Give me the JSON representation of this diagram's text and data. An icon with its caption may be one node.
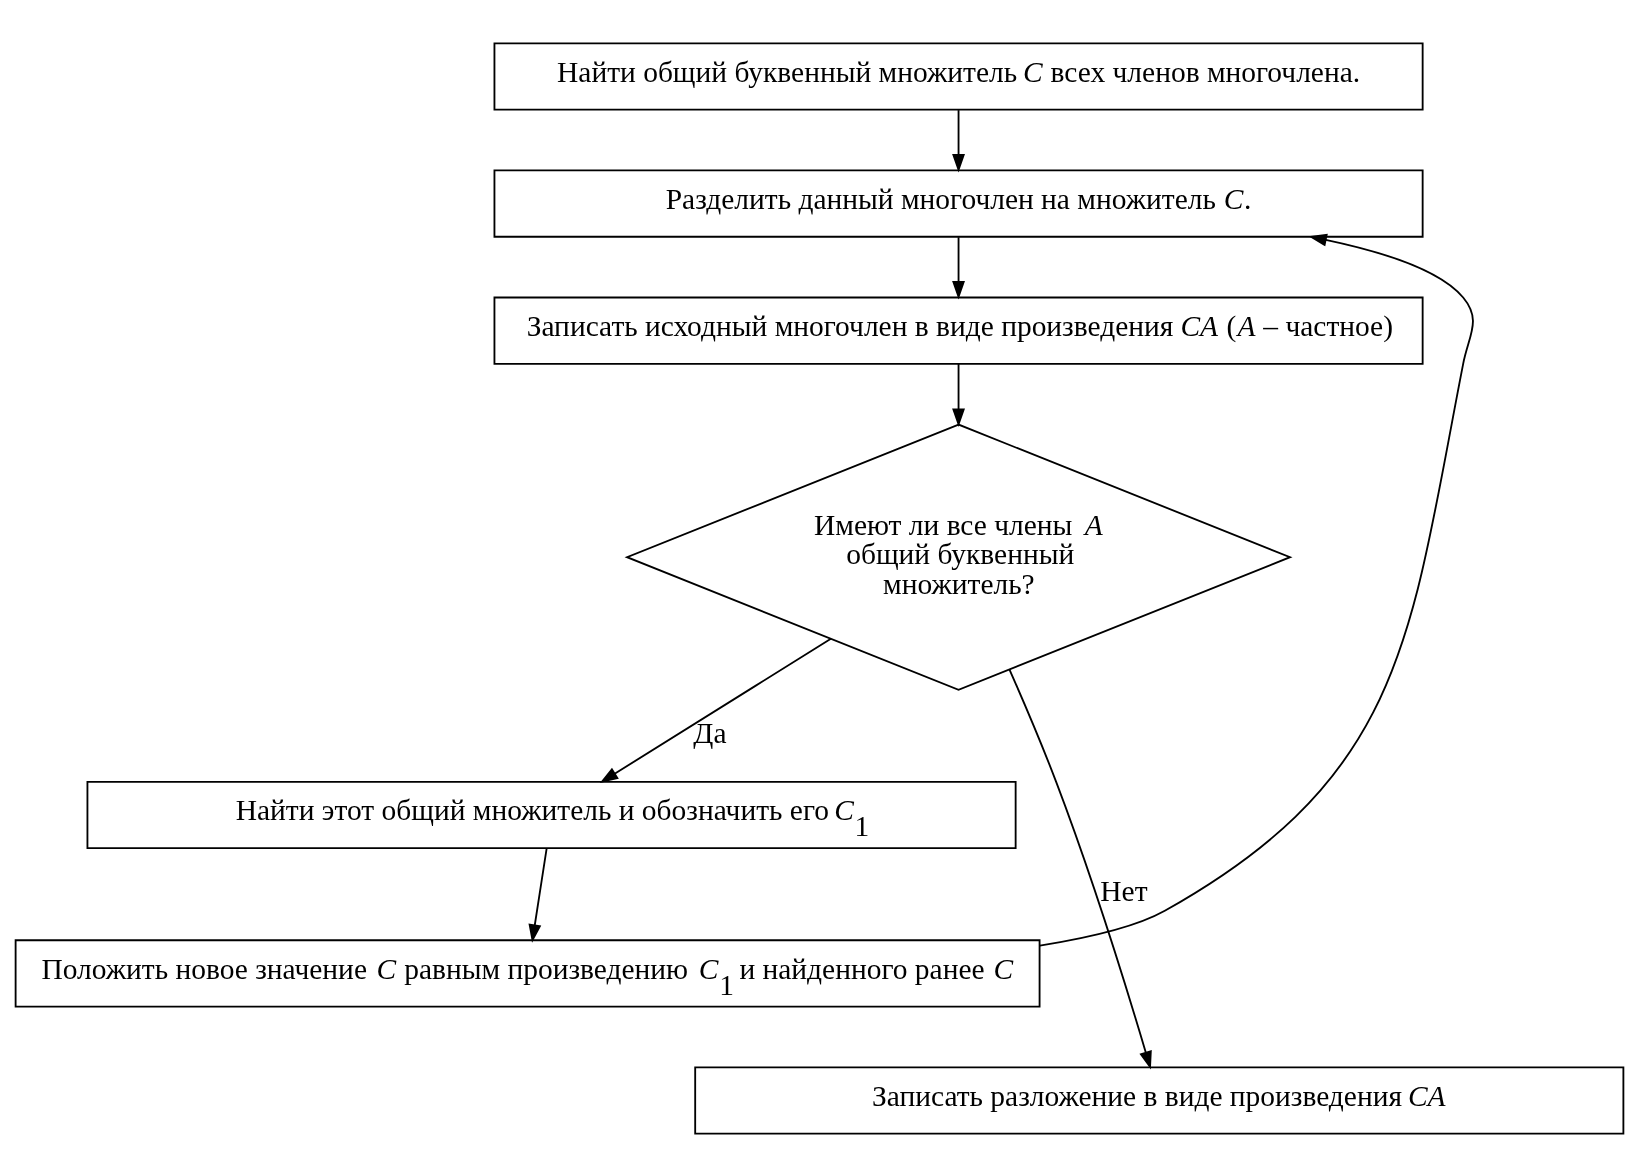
{
  "diagram": {
    "nodes": [
      {
        "text": [
          "Найти общий буквенный множитель *C* всех членов многочлена."
        ]
      },
      {
        "text": [
          "Разделить данный многочлен на множитель *C*."
        ]
      },
      {
        "text": [
          "Записать исходный многочлен в виде произведения *CA* (*A* – частное)"
        ]
      },
      {
        "text": [
          "Имеют ли все члены *A* общий буквенный множитель?"
        ]
      },
      {
        "text": [
          "Найти этот общий множитель и обозначить его *C*$_{1}$"
        ]
      },
      {
        "text": [
          "Положить новое значение *C* равным произведению *C*$_{1}$ и найденного ранее *C*"
        ]
      },
      {
        "text": [
          "Записать разложение в виде произведения *CA*"
        ]
      }
    ],
    "edges": [
      {
        "from": 0,
        "to": 1,
        "arrow": "to"
      },
      {
        "from": 1,
        "to": 2,
        "arrow": "to"
      },
      {
        "from": 2,
        "to": 3,
        "arrow": "to"
      },
      {
        "from": 3,
        "to": 4,
        "arrow": "to",
        "label": "Да"
      },
      {
        "from": 4,
        "to": 5,
        "arrow": "to"
      },
      {
        "from": 5,
        "to": 1,
        "arrow": "to"
      },
      {
        "from": 3,
        "to": 6,
        "arrow": "to",
        "label": "Нет"
      }
    ]
  }
}
